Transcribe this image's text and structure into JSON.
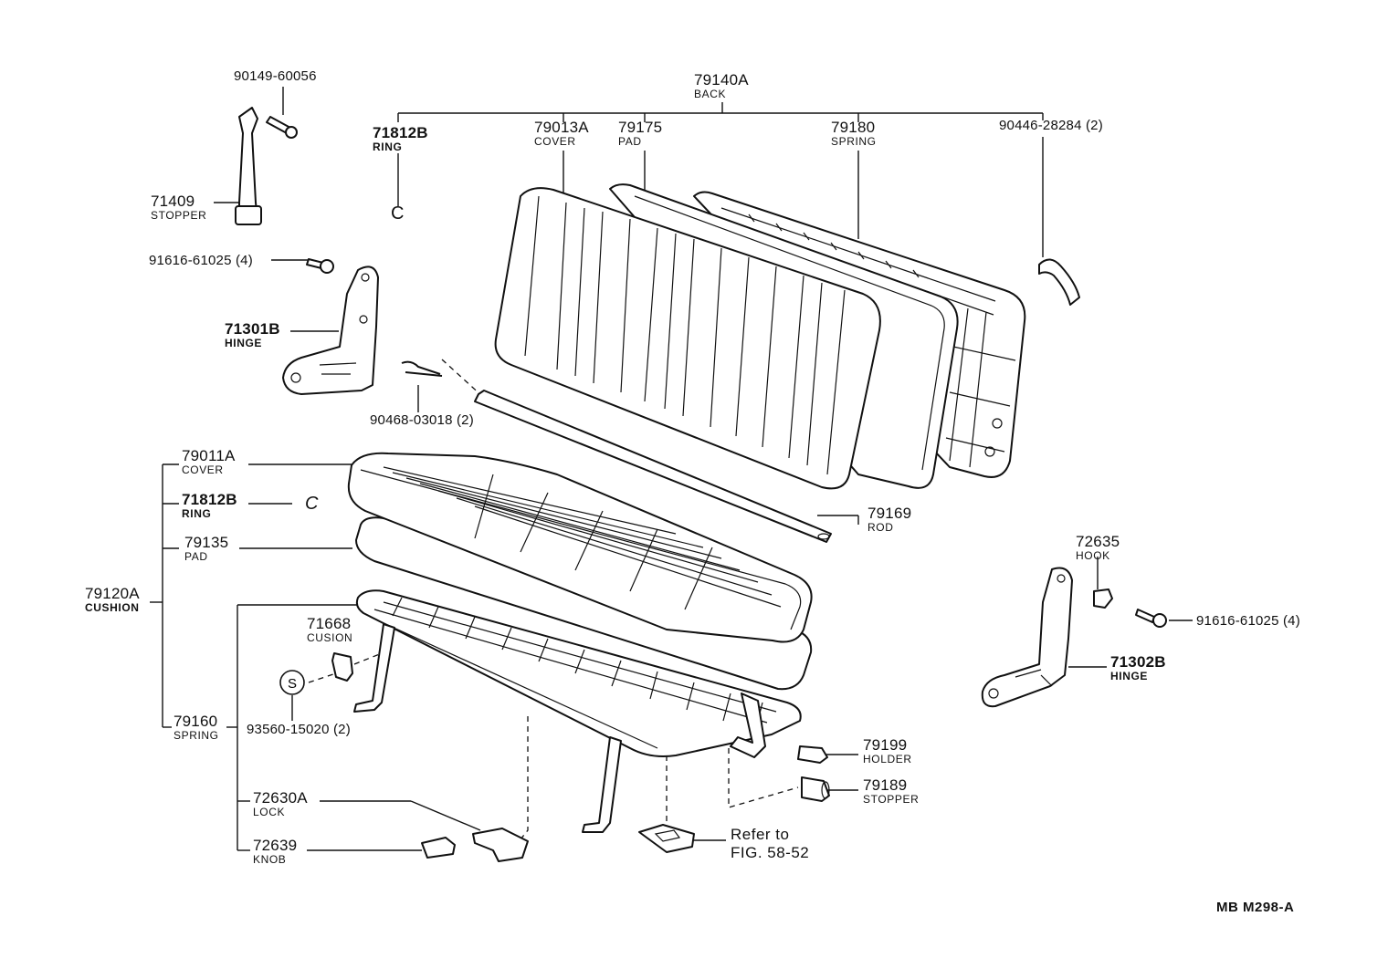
{
  "labels": {
    "back": {
      "number": "79140A",
      "name": "BACK"
    },
    "ring_back": {
      "number": "71812B",
      "name": "RING"
    },
    "cover_back": {
      "number": "79013A",
      "name": "COVER"
    },
    "pad_back": {
      "number": "79175",
      "name": "PAD"
    },
    "spring_back": {
      "number": "79180",
      "name": "SPRING"
    },
    "hose_clip": {
      "number": "90446-28284 (2)"
    },
    "screw_top": {
      "number": "90149-60056"
    },
    "stopper_belt": {
      "number": "71409",
      "name": "STOPPER"
    },
    "bolt_left": {
      "number": "91616-61025 (4)"
    },
    "hinge_left": {
      "number": "71301B",
      "name": "HINGE"
    },
    "clip_rod": {
      "number": "90468-03018 (2)"
    },
    "cover_cush": {
      "number": "79011A",
      "name": "COVER"
    },
    "ring_cush": {
      "number": "71812B",
      "name": "RING"
    },
    "pad_cush": {
      "number": "79135",
      "name": "PAD"
    },
    "cushion": {
      "number": "79120A",
      "name": "CUSHION"
    },
    "cusion": {
      "number": "71668",
      "name": "CUSION"
    },
    "spring_cush": {
      "number": "79160",
      "name": "SPRING"
    },
    "screw_s": {
      "number": "93560-15020 (2)"
    },
    "rod": {
      "number": "79169",
      "name": "ROD"
    },
    "hook": {
      "number": "72635",
      "name": "HOOK"
    },
    "bolt_right": {
      "number": "91616-61025 (4)"
    },
    "hinge_right": {
      "number": "71302B",
      "name": "HINGE"
    },
    "holder": {
      "number": "79199",
      "name": "HOLDER"
    },
    "stopper": {
      "number": "79189",
      "name": "STOPPER"
    },
    "lock": {
      "number": "72630A",
      "name": "LOCK"
    },
    "knob": {
      "number": "72639",
      "name": "KNOB"
    }
  },
  "reference": {
    "line1": "Refer to",
    "line2": "FIG. 58-52"
  },
  "s_marker": "S",
  "diagram_code": "MB  M298-A"
}
